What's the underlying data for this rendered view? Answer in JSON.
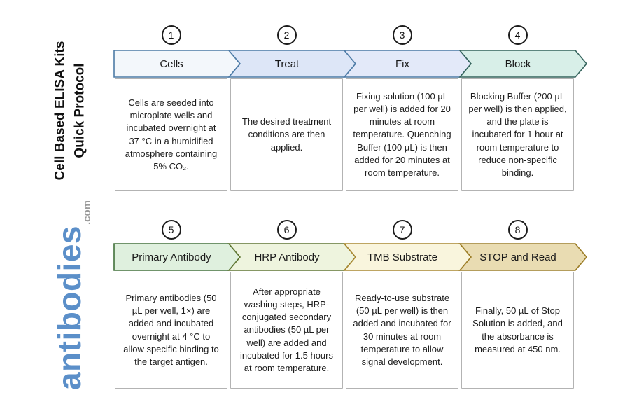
{
  "sidebar": {
    "title_line1": "Cell Based ELISA Kits",
    "title_line2": "Quick Protocol",
    "logo_text": "antibodies",
    "logo_suffix": ".com",
    "logo_color": "#5b8fc9",
    "logo_suffix_color": "#9a9a9a"
  },
  "steps": [
    {
      "number": "1",
      "label": "Cells",
      "description": "Cells are seeded into microplate wells and incubated overnight at 37 °C in a humidified atmosphere containing 5% CO₂.",
      "fill": "#f3f7fb",
      "stroke": "#4d7ba6"
    },
    {
      "number": "2",
      "label": "Treat",
      "description": "The desired treatment conditions are then applied.",
      "fill": "#dde6f7",
      "stroke": "#4d7ba6"
    },
    {
      "number": "3",
      "label": "Fix",
      "description": "Fixing solution (100 µL per well) is added for 20 minutes at room temperature. Quenching Buffer (100 µL) is then added for 20 minutes at room temperature.",
      "fill": "#e3e9f9",
      "stroke": "#4d7ba6"
    },
    {
      "number": "4",
      "label": "Block",
      "description": "Blocking Buffer (200 µL per well) is then applied, and the plate is incubated for 1 hour at room temperature to reduce non-specific binding.",
      "fill": "#d8efe8",
      "stroke": "#34635c"
    },
    {
      "number": "5",
      "label": "Primary Antibody",
      "description": "Primary antibodies (50 µL per well, 1×) are added and incubated overnight at 4 °C to allow specific binding to the target antigen.",
      "fill": "#dff0de",
      "stroke": "#41713a"
    },
    {
      "number": "6",
      "label": "HRP Antibody",
      "description": "After appropriate washing steps, HRP-conjugated secondary antibodies (50 µL per well) are added and incubated for 1.5 hours at room temperature.",
      "fill": "#eef4de",
      "stroke": "#5f7531"
    },
    {
      "number": "7",
      "label": "TMB Substrate",
      "description": "Ready-to-use substrate (50 µL per well) is then added and incubated for 30 minutes at room temperature to allow signal development.",
      "fill": "#f9f5dd",
      "stroke": "#a8872f"
    },
    {
      "number": "8",
      "label": "STOP and Read",
      "description": "Finally, 50 µL of Stop Solution is added, and the absorbance is measured at 450 nm.",
      "fill": "#e9dcb2",
      "stroke": "#9c7d26"
    }
  ]
}
